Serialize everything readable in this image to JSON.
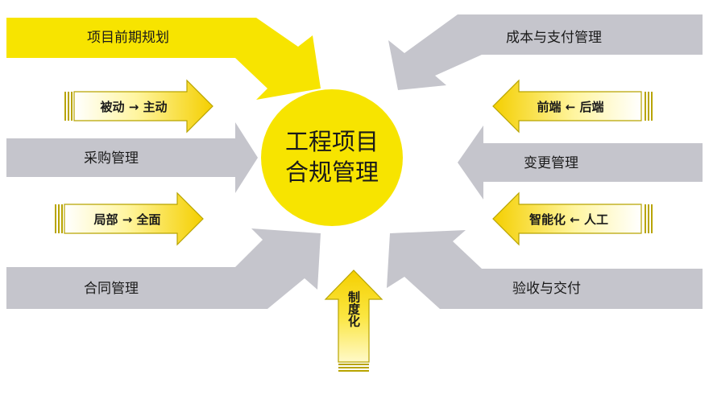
{
  "center": {
    "line1": "工程项目",
    "line2": "合规管理"
  },
  "arrows_left": {
    "project_planning": "项目前期规划",
    "passive_to_active": "被动 → 主动",
    "procurement": "采购管理",
    "partial_to_full": "局部 → 全面",
    "contract": "合同管理"
  },
  "arrows_right": {
    "cost_payment": "成本与支付管理",
    "front_back": "前端 ← 后端",
    "change": "变更管理",
    "intelligent_manual": "智能化 ← 人工",
    "acceptance_delivery": "验收与交付"
  },
  "arrow_bottom": {
    "institutionalize": "制度化"
  },
  "colors": {
    "yellow": "#f7e400",
    "gray": "#c5c5cc",
    "gold_light": "#fff6b0",
    "gold_dark": "#f2c500",
    "outline": "#b8a400"
  }
}
